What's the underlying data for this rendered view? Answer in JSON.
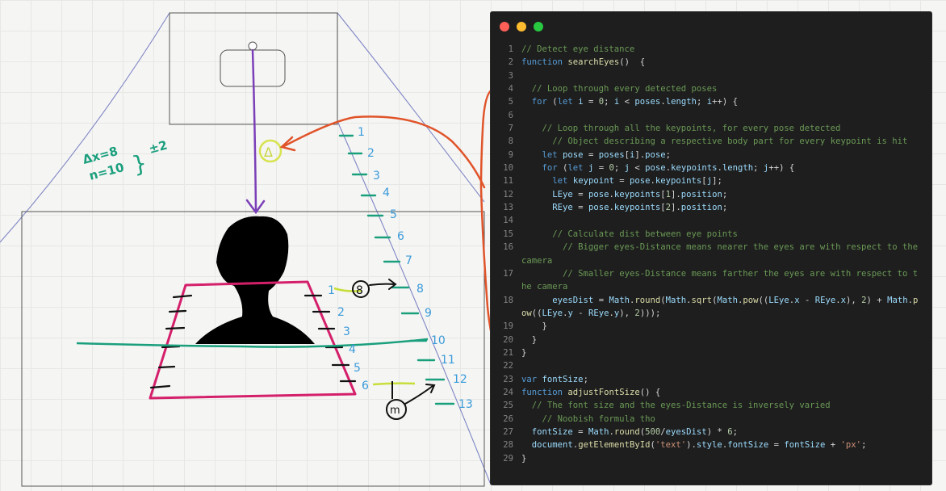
{
  "colors": {
    "annotation_green": "#1a9f7c",
    "annotation_blue": "#3a9bd9",
    "magenta": "#d4206a",
    "purple": "#7b3fb7",
    "arrow_red": "#e0542a",
    "yellow": "#d7e34f",
    "silhouette": "#000000",
    "code_bg": "#1e1e1e",
    "traffic_red": "#ff5f57",
    "traffic_yellow": "#febc2e",
    "traffic_green": "#28c840"
  },
  "annotations": {
    "delta_formula": "Δx=8",
    "n_formula": "n=10",
    "result": "±2",
    "big_delta": "Δ",
    "big_circle_label": "8",
    "small_circle_label": "m"
  },
  "ruler_right": [
    "1",
    "2",
    "3",
    "4",
    "5",
    "6",
    "7",
    "8",
    "9",
    "10",
    "11",
    "12",
    "13"
  ],
  "ruler_trap": [
    "1",
    "2",
    "3",
    "4",
    "5",
    "6"
  ],
  "code_lines": [
    {
      "n": "1",
      "t": "// Detect eye distance"
    },
    {
      "n": "2",
      "t": "function searchEyes()  {"
    },
    {
      "n": "3",
      "t": ""
    },
    {
      "n": "4",
      "t": "  // Loop through every detected poses"
    },
    {
      "n": "5",
      "t": "  for (let i = 0; i < poses.length; i++) {"
    },
    {
      "n": "6",
      "t": ""
    },
    {
      "n": "7",
      "t": "    // Loop through all the keypoints, for every pose detected"
    },
    {
      "n": "8",
      "t": "      // Object describing a respective body part for every keypoint is hit"
    },
    {
      "n": "9",
      "t": "    let pose = poses[i].pose;"
    },
    {
      "n": "10",
      "t": "    for (let j = 0; j < pose.keypoints.length; j++) {"
    },
    {
      "n": "11",
      "t": "      let keypoint = pose.keypoints[j];"
    },
    {
      "n": "12",
      "t": "      LEye = pose.keypoints[1].position;"
    },
    {
      "n": "13",
      "t": "      REye = pose.keypoints[2].position;"
    },
    {
      "n": "14",
      "t": ""
    },
    {
      "n": "15",
      "t": "      // Calculate dist between eye points"
    },
    {
      "n": "16",
      "t": "        // Bigger eyes-Distance means nearer the eyes are with respect to the camera"
    },
    {
      "n": "17",
      "t": "        // Smaller eyes-Distance means farther the eyes are with respect to the camera"
    },
    {
      "n": "18",
      "t": "      eyesDist = Math.round(Math.sqrt(Math.pow((LEye.x - REye.x), 2) + Math.pow((LEye.y - REye.y), 2)));"
    },
    {
      "n": "19",
      "t": "    }"
    },
    {
      "n": "20",
      "t": "  }"
    },
    {
      "n": "21",
      "t": "}"
    },
    {
      "n": "22",
      "t": ""
    },
    {
      "n": "23",
      "t": "var fontSize;"
    },
    {
      "n": "24",
      "t": "function adjustFontSize() {"
    },
    {
      "n": "25",
      "t": "  // The font size and the eyes-Distance is inversely varied"
    },
    {
      "n": "26",
      "t": "    // Noobish formula tho"
    },
    {
      "n": "27",
      "t": "  fontSize = Math.round(500/eyesDist) * 6;"
    },
    {
      "n": "28",
      "t": "  document.getElementById('text').style.fontSize = fontSize + 'px';"
    },
    {
      "n": "29",
      "t": "}"
    }
  ]
}
